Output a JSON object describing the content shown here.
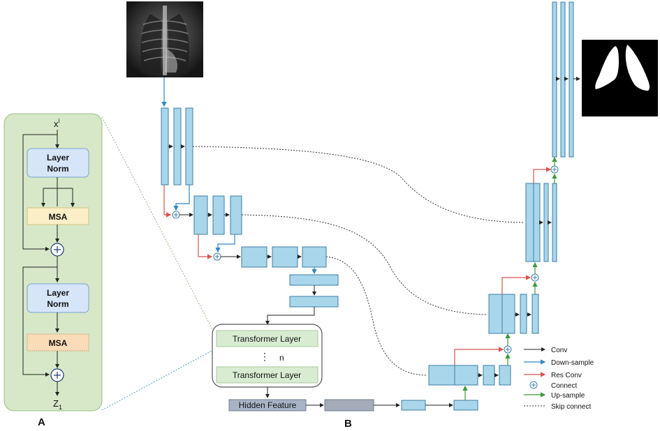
{
  "panel_a": {
    "input_label": "x",
    "input_sup": "i",
    "layer_norm_1": [
      "Layer",
      "Norm"
    ],
    "msa_1": "MSA",
    "layer_norm_2": [
      "Layer",
      "Norm"
    ],
    "msa_2": "MSA",
    "output_label": "Z",
    "output_sub": "1",
    "letter": "A"
  },
  "panel_b": {
    "transformer_layer_top": "Transformer Layer",
    "dots": "⋮",
    "n_label": "n",
    "transformer_layer_bottom": "Transformer Layer",
    "hidden_feature": "Hidden Feature",
    "letter": "B"
  },
  "legend": [
    {
      "key": "conv",
      "label": "Conv",
      "color": "#222222"
    },
    {
      "key": "down",
      "label": "Down-sample",
      "color": "#2f86c8"
    },
    {
      "key": "res",
      "label": "Res Conv",
      "color": "#d9534f"
    },
    {
      "key": "connect",
      "label": "Connect",
      "color": "#3b7fa8"
    },
    {
      "key": "up",
      "label": "Up-sample",
      "color": "#3a9a3a"
    },
    {
      "key": "skip",
      "label": "Skip connect",
      "color": "#333333"
    }
  ],
  "colors": {
    "block_fill": "#a9d6ea",
    "panel_a_bg": "#d6e8c8",
    "layer_norm": "#d6e6f8",
    "msa": "#fbefc8",
    "transformer_layer": "#d8ecd2",
    "hidden_feature": "#a8b4c6",
    "gray_block": "#a3acb8"
  },
  "icons": [
    "chest-xray-image",
    "lung-mask-image",
    "connect-icon"
  ]
}
